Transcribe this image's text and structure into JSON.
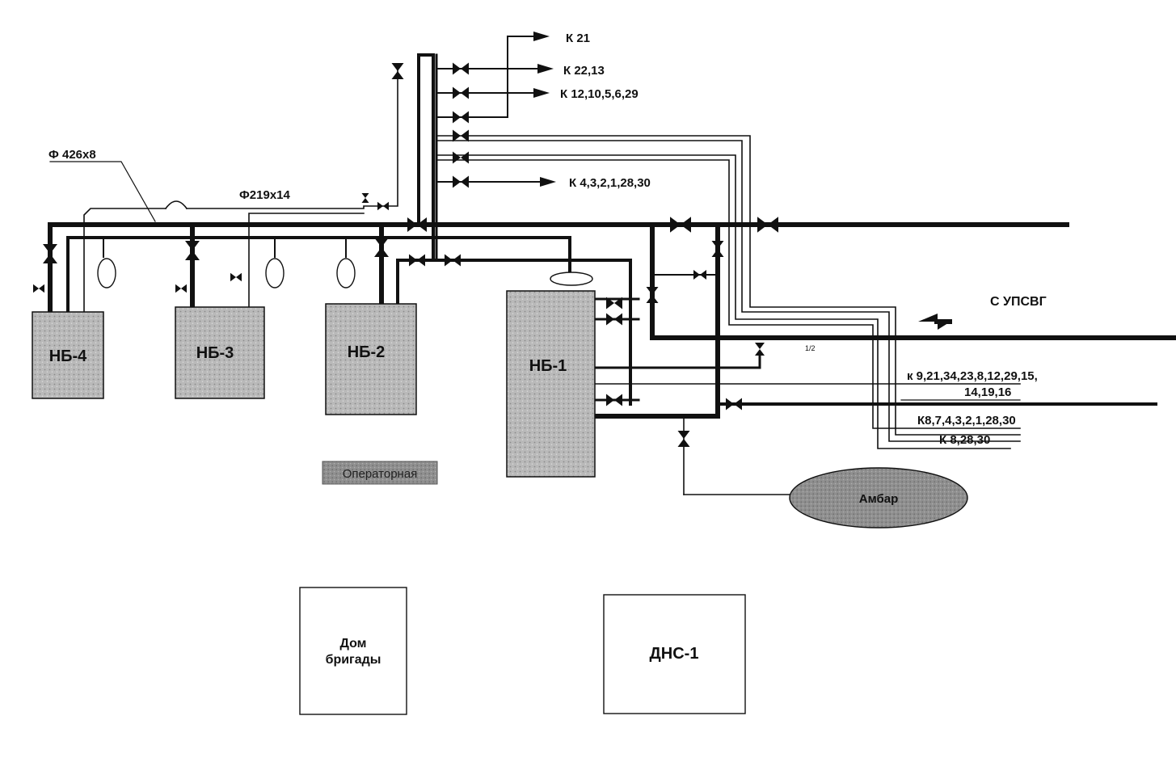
{
  "labels": {
    "pipe_main": "Ф 426х8",
    "pipe_small": "Ф219х14",
    "k21": "К 21",
    "k22": "К 22,13",
    "k12": "К 12,10,5,6,29",
    "k4": "К 4,3,2,1,28,30",
    "from_upsvg": "С УПСВГ",
    "k9_line1": "к 9,21,34,23,8,12,29,15,",
    "k9_line2": "14,19,16",
    "k8_long": "К8,7,4,3,2,1,28,30",
    "k8_short": "К 8,28,30",
    "small_mark": "1/2"
  },
  "tanks": {
    "nb4": "НБ-4",
    "nb3": "НБ-3",
    "nb2": "НБ-2",
    "nb1": "НБ-1"
  },
  "buildings": {
    "operator": "Операторная",
    "pit": "Амбар",
    "brigade_line1": "Дом",
    "brigade_line2": "бригады",
    "dns": "ДНС-1"
  },
  "colors": {
    "line": "#111111",
    "tank_fill": "#b9b9b9",
    "operator_fill": "#8f8f8f",
    "pit_fill": "#a3a3a3"
  }
}
